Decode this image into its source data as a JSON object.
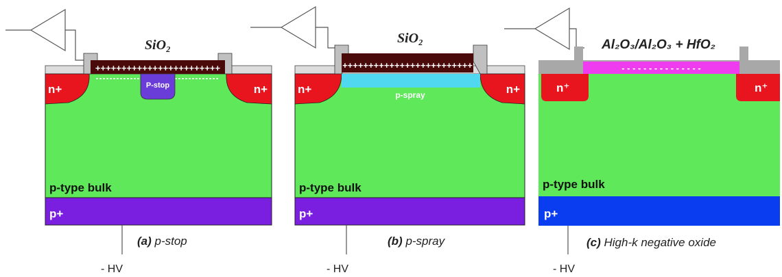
{
  "panels": [
    {
      "oxide_label": "SiO₂",
      "oxide_charge": "++++++++++++++++++++++++",
      "implant_label": "P-stop",
      "n_left": "n+",
      "n_right": "n+",
      "bulk_label": "p-type bulk",
      "back_label": "p+",
      "caption_tag": "(a)",
      "caption_text": " p-stop",
      "hv_label": "- HV"
    },
    {
      "oxide_label": "SiO₂",
      "oxide_charge": "+++++++++++++++++++++++++",
      "implant_label": "p-spray",
      "n_left": "n+",
      "n_right": "n+",
      "bulk_label": "p-type bulk",
      "back_label": "p+",
      "caption_tag": "(b)",
      "caption_text": " p-spray",
      "hv_label": "- HV"
    },
    {
      "oxide_label": "Al₂O₃/Al₂O₃ + HfO₂",
      "oxide_charge": "- - - - - - - - - - - - - - -",
      "n_left": "n⁺",
      "n_right": "n⁺",
      "bulk_label": "p-type bulk",
      "back_label": "p+",
      "caption_tag": "(c)",
      "caption_text": " High-k negative oxide",
      "hv_label": "- HV"
    }
  ],
  "colors": {
    "bulk": "#5ee85a",
    "n_plus": "#e8141e",
    "back_ab": "#7a1fe0",
    "back_c": "#0a3cf0",
    "oxide_ab": "#4a0a0a",
    "pstop": "#6a3cd8",
    "pspray": "#50d8f0",
    "highk": "#ee3cee",
    "metal": "#c0c0c0"
  }
}
